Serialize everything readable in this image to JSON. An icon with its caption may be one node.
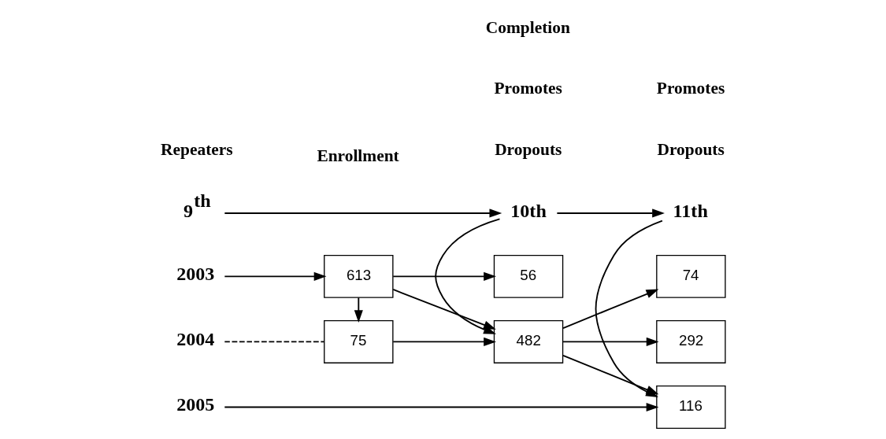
{
  "diagram": {
    "nodes": [
      {
        "text": [
          "9$^{th}$"
        ]
      },
      {
        "text": [
          "10th"
        ]
      },
      {
        "text": [
          "11th"
        ]
      },
      {
        "text": [
          "2003"
        ]
      },
      {
        "text": [
          "613"
        ]
      },
      {
        "text": [
          "56"
        ]
      },
      {
        "text": [
          "74"
        ]
      },
      {
        "text": [
          "482"
        ]
      },
      {
        "text": [
          "75"
        ]
      },
      {
        "text": [
          "2004"
        ]
      },
      {
        "text": [
          "292"
        ]
      },
      {
        "text": [
          "2005"
        ]
      },
      {
        "text": [
          "116"
        ]
      }
    ],
    "edges": [
      {
        "from": 0,
        "to": 1,
        "arrow": "to"
      },
      {
        "from": 1,
        "to": 2,
        "arrow": "to"
      },
      {
        "from": 3,
        "to": 4,
        "arrow": "to"
      },
      {
        "from": 4,
        "to": 5,
        "arrow": "to"
      },
      {
        "from": 4,
        "to": 7,
        "arrow": "to"
      },
      {
        "from": 4,
        "to": 8,
        "arrow": "to"
      },
      {
        "from": 1,
        "to": 7,
        "arrow": "to"
      },
      {
        "from": 7,
        "to": 6,
        "arrow": "to"
      },
      {
        "from": 8,
        "to": 7,
        "arrow": "to"
      },
      {
        "from": 9,
        "to": 8,
        "arrow": "none",
        "style": "dashed"
      },
      {
        "from": 7,
        "to": 10,
        "arrow": "to"
      },
      {
        "from": 7,
        "to": 12,
        "arrow": "to"
      },
      {
        "from": 2,
        "to": 12,
        "arrow": "to"
      },
      {
        "from": 11,
        "to": 12,
        "arrow": "to"
      }
    ],
    "labels": [
      "Dropouts",
      "Dropouts",
      "Enrollment",
      "Promotes",
      "Repeaters",
      "Completion",
      "Promotes"
    ]
  }
}
